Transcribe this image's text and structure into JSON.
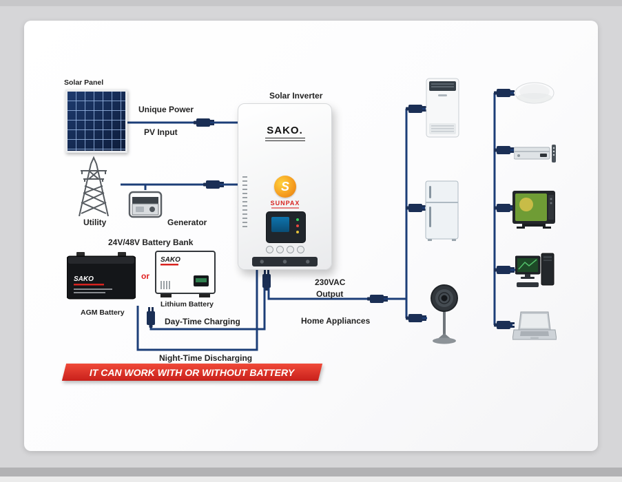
{
  "labels": {
    "solar_panel": "Solar Panel",
    "unique_power": "Unique Power",
    "pv_input": "PV Input",
    "utility": "Utility",
    "generator": "Generator",
    "battery_bank": "24V/48V Battery Bank",
    "or_word": "or",
    "agm_battery": "AGM Battery",
    "lithium_battery": "Lithium Battery",
    "day_time_charging": "Day-Time Charging",
    "night_time_discharging": "Night-Time Discharging",
    "solar_inverter": "Solar Inverter",
    "output_voltage": "230VAC",
    "output_word": "Output",
    "home_appliances": "Home Appliances",
    "banner": "IT CAN WORK WITH OR WITHOUT BATTERY"
  },
  "inverter": {
    "brand": "SAKO.",
    "logo_letter": "S",
    "logo_text": "SUNPAX"
  },
  "batteries": {
    "agm_brand": "SAKO",
    "lithium_brand": "SAKO"
  },
  "colors": {
    "wire_blue": "#1c3e78",
    "plug_navy": "#1b2f55",
    "banner_red": "#d8231f",
    "accent_red": "#e02020",
    "panel_navy": "#13264a"
  },
  "appliance_icons": {
    "middle_column": [
      "air-conditioner",
      "refrigerator",
      "stand-fan"
    ],
    "right_column": [
      "ceiling-light",
      "dvd-player",
      "television",
      "desktop-computer",
      "laptop"
    ]
  }
}
